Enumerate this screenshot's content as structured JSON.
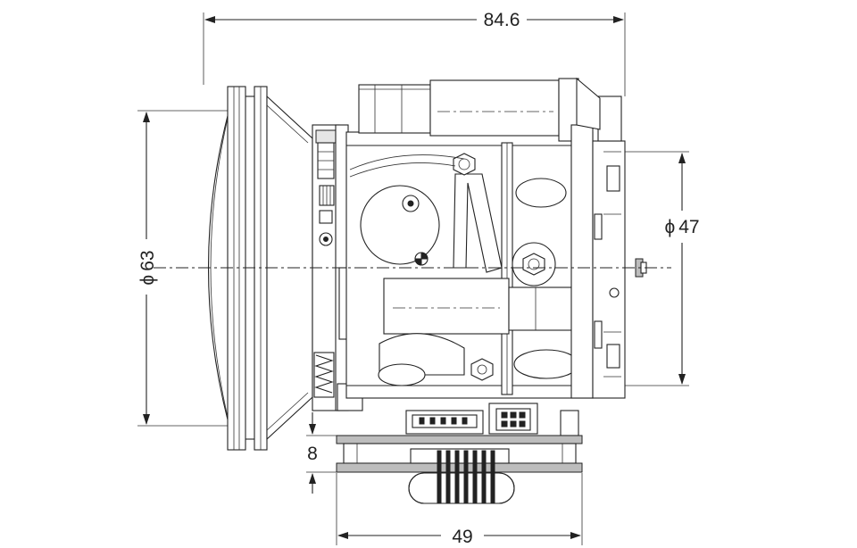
{
  "drawing": {
    "dimensions": {
      "overall_length": "84.6",
      "lens_diameter": "63",
      "body_diameter": "47",
      "board_height": "8",
      "board_width": "49"
    },
    "diameter_symbol": "ϕ"
  }
}
